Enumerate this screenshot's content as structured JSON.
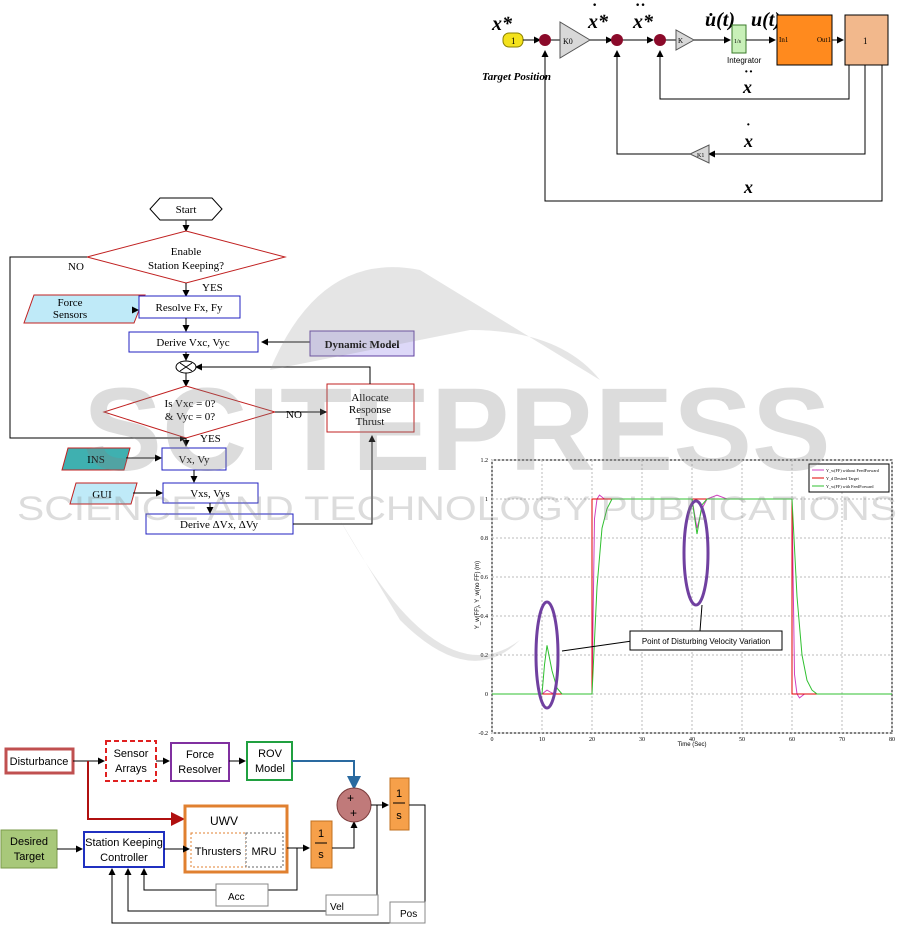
{
  "simulink": {
    "input_label": "x*",
    "source_value": "1",
    "gain_k0": "K0",
    "xdot_star": "x*",
    "xddot_star": "x*",
    "gain_k": "K",
    "u_dot": "u̇(t)",
    "u": "u(t)",
    "integrator_label": "Integrator",
    "integrator_glyph": "1/s",
    "plant_in": "In1",
    "plant_out": "Out1",
    "tf_value": "1",
    "target_label": "Target Position",
    "x_ddot_fb": "x",
    "x_dot_fb": "x",
    "gain_k1": "K1",
    "x_fb": "x"
  },
  "flowchart": {
    "start": "Start",
    "enable_line1": "Enable",
    "enable_line2": "Station Keeping?",
    "no1": "NO",
    "yes1": "YES",
    "force_sensors_line1": "Force",
    "force_sensors_line2": "Sensors",
    "resolve": "Resolve Fx, Fy",
    "derive_vxc": "Derive Vxc, Vyc",
    "dynamic_model": "Dynamic Model",
    "check_line1": "Is Vxc = 0?",
    "check_line2": "& Vyc = 0?",
    "no2": "NO",
    "allocate_line1": "Allocate",
    "allocate_line2": "Response",
    "allocate_line3": "Thrust",
    "yes2": "YES",
    "ins": "INS",
    "vx_vy": "Vx, Vy",
    "gui": "GUI",
    "vxs_vys": "Vxs, Vys",
    "derive_dv": "Derive ΔVx, ΔVy"
  },
  "block_diagram": {
    "disturbance": "Disturbance",
    "sensor_line1": "Sensor",
    "sensor_line2": "Arrays",
    "force_line1": "Force",
    "force_line2": "Resolver",
    "rov_line1": "ROV",
    "rov_line2": "Model",
    "uwv": "UWV",
    "thrusters": "Thrusters",
    "mru": "MRU",
    "desired_line1": "Desired",
    "desired_line2": "Target",
    "controller_line1": "Station Keeping",
    "controller_line2": "Controller",
    "int_num": "1",
    "int_den": "s",
    "plus1": "+",
    "plus2": "+",
    "acc": "Acc",
    "vel": "Vel",
    "pos": "Pos"
  },
  "watermark": {
    "big": "SCITEPRESS",
    "small": "SCIENCE AND TECHNOLOGY PUBLICATIONS"
  },
  "chart_data": {
    "type": "line",
    "title": "",
    "xlabel": "Time (Sec)",
    "ylabel": "Y_w(FF), Y_w(no FF) (m)",
    "xlim": [
      0,
      80
    ],
    "ylim": [
      -0.2,
      1.2
    ],
    "x_ticks": [
      "0",
      "10",
      "20",
      "30",
      "40",
      "50",
      "60",
      "70",
      "80"
    ],
    "y_ticks": [
      "-0.2",
      "0",
      "0.2",
      "0.4",
      "0.6",
      "0.8",
      "1",
      "1.2"
    ],
    "grid": true,
    "legend_position": "top-right",
    "annotation": "Point of Disturbing Velocity Variation",
    "series": [
      {
        "name": "Y_w(FF) without FeedForward",
        "color": "#d040c0",
        "points": [
          [
            0,
            0
          ],
          [
            10,
            0
          ],
          [
            11,
            0.02
          ],
          [
            12,
            0.005
          ],
          [
            13,
            0
          ],
          [
            20,
            0
          ],
          [
            20.5,
            0.9
          ],
          [
            21,
            1.0
          ],
          [
            21.5,
            1.02
          ],
          [
            22.5,
            1.0
          ],
          [
            25,
            1.0
          ],
          [
            40,
            1.0
          ],
          [
            41,
            0.85
          ],
          [
            42,
            0.95
          ],
          [
            43,
            1.0
          ],
          [
            45,
            1.02
          ],
          [
            47,
            1.0
          ],
          [
            60,
            1.0
          ],
          [
            60.5,
            0.1
          ],
          [
            61,
            0
          ],
          [
            61.5,
            -0.02
          ],
          [
            62.5,
            0
          ],
          [
            80,
            0
          ]
        ]
      },
      {
        "name": "Y_d Desired Target",
        "color": "#e00000",
        "points": [
          [
            0,
            0
          ],
          [
            20,
            0
          ],
          [
            20,
            1
          ],
          [
            60,
            1
          ],
          [
            60,
            0
          ],
          [
            80,
            0
          ]
        ]
      },
      {
        "name": "Y_w(FF) with FeedForward",
        "color": "#30c030",
        "points": [
          [
            0,
            0
          ],
          [
            10,
            0
          ],
          [
            10.5,
            0.15
          ],
          [
            11,
            0.25
          ],
          [
            12,
            0.12
          ],
          [
            13,
            0.03
          ],
          [
            14,
            0
          ],
          [
            20,
            0
          ],
          [
            21,
            0.55
          ],
          [
            22,
            0.85
          ],
          [
            23,
            0.95
          ],
          [
            24,
            1.0
          ],
          [
            40,
            1.0
          ],
          [
            41,
            0.82
          ],
          [
            42,
            0.97
          ],
          [
            43,
            1.0
          ],
          [
            60,
            1.0
          ],
          [
            61,
            0.5
          ],
          [
            62,
            0.2
          ],
          [
            63,
            0.07
          ],
          [
            64,
            0.02
          ],
          [
            65,
            0
          ],
          [
            80,
            0
          ]
        ]
      }
    ]
  }
}
